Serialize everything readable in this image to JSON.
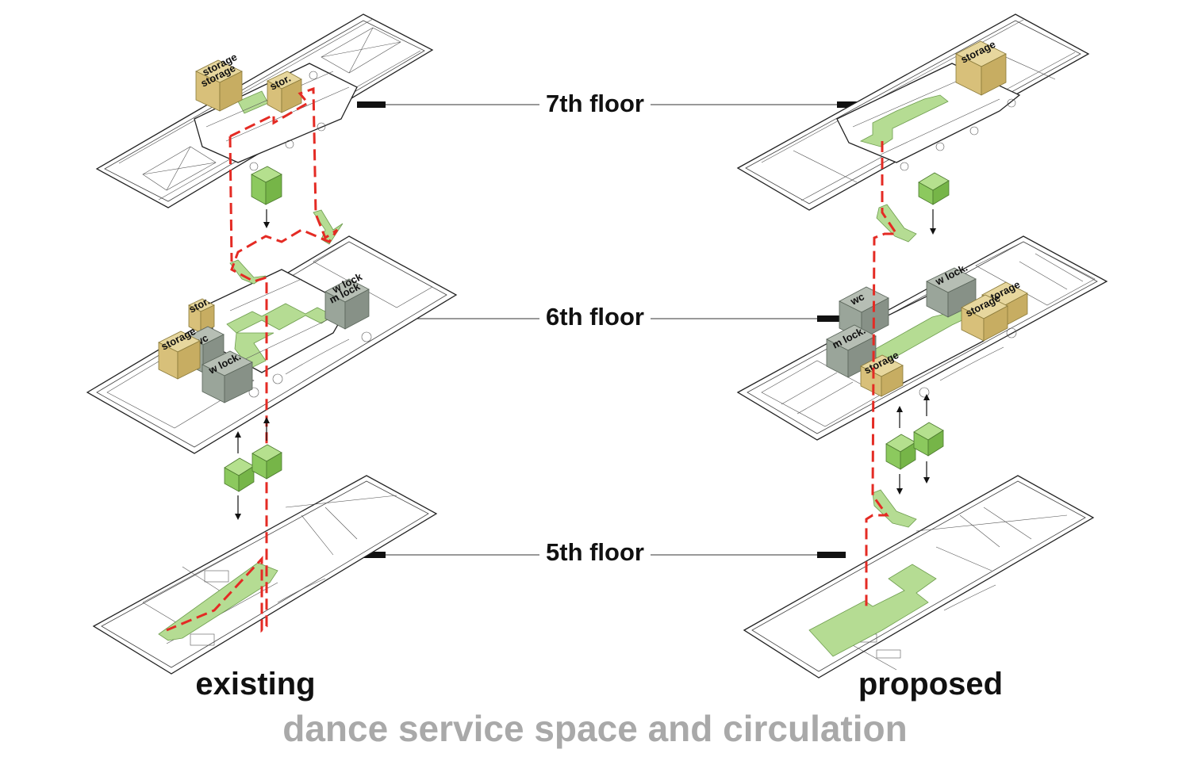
{
  "floors": {
    "seventh": "7th floor",
    "sixth": "6th floor",
    "fifth": "5th floor"
  },
  "columns": {
    "existing": "existing",
    "proposed": "proposed"
  },
  "title": "dance service space and circulation",
  "existing_labels": {
    "storage_top": "storage",
    "storage_top2": "storage",
    "stor_7": "stor.",
    "stor_6": "stor.",
    "wc_6": "wc",
    "storage_6": "storage",
    "wlock_6": "w lock.",
    "w_lock_right": "w lock",
    "m_lock_right": "m lock"
  },
  "proposed_labels": {
    "storage_7": "storage",
    "wlock_6": "w lock.",
    "wc_6": "wc",
    "storage_6a": "storage",
    "storage_6b": "storage",
    "mlock_6": "m lock.",
    "storage_6c": "storage"
  },
  "colors": {
    "circulation_green": "#b5dc93",
    "cube_green": "#8cc95e",
    "storage_tan": "#d8c07a",
    "locker_gray": "#9aa59a",
    "path_red": "#e42b24",
    "title_gray": "#a9a9a9"
  }
}
